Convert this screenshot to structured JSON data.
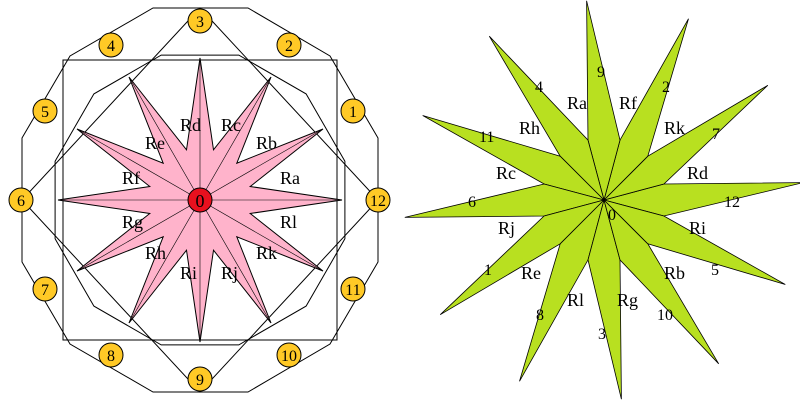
{
  "colors": {
    "pink": "#FFB3CB",
    "green": "#B8E020",
    "badge": "#FFC926",
    "center_dot": "#E8101E",
    "stroke": "#000000"
  },
  "left_diagram": {
    "center_label": "0",
    "region_labels": [
      "Ra",
      "Rb",
      "Rc",
      "Rd",
      "Re",
      "Rf",
      "Rg",
      "Rh",
      "Ri",
      "Rj",
      "Rk",
      "Rl"
    ],
    "boundary_numbers": [
      "1",
      "2",
      "3",
      "4",
      "5",
      "6",
      "7",
      "8",
      "9",
      "10",
      "11",
      "12"
    ]
  },
  "right_diagram": {
    "center_label": "0",
    "region_labels": [
      "Ra",
      "Rf",
      "Rh",
      "Rk",
      "Rc",
      "Rd",
      "Rj",
      "Ri",
      "Re",
      "Rb",
      "Rl",
      "Rg"
    ],
    "edge_numbers": [
      "9",
      "4",
      "2",
      "11",
      "7",
      "12",
      "6",
      "1",
      "5",
      "8",
      "10",
      "3"
    ]
  }
}
